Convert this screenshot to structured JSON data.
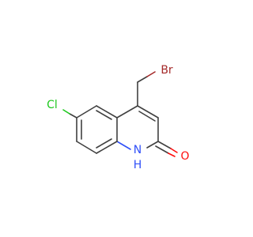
{
  "atoms": {
    "bromine": {
      "symbol": "Br",
      "color": "#a52a2a"
    },
    "chlorine": {
      "symbol": "Cl",
      "color": "#1ec81e"
    },
    "nitrogen": {
      "symbol": "N",
      "color": "#3050f8"
    },
    "hydrogen": {
      "symbol": "H",
      "color": "#3050f8"
    },
    "oxygen": {
      "symbol": "O",
      "color": "#ff0d0d"
    }
  }
}
